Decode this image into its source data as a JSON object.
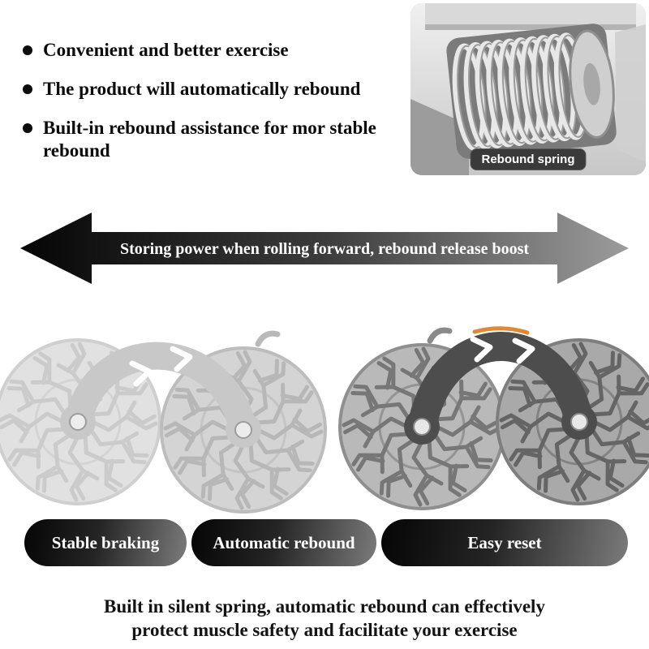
{
  "features": [
    "Convenient and better exercise",
    "The product will automatically rebound",
    "Built-in rebound assistance for mor stable rebound"
  ],
  "inset": {
    "label": "Rebound spring"
  },
  "banner": {
    "text": "Storing power when rolling forward, rebound release boost"
  },
  "badges": [
    "Stable braking",
    "Automatic rebound",
    "Easy reset"
  ],
  "footer": {
    "line1": "Built in silent spring, automatic rebound can effectively",
    "line2": "protect muscle safety and facilitate your exercise"
  },
  "colors": {
    "arrow_dark": "#050505",
    "arrow_light": "#9c9c9c",
    "badge_dark": "#111111",
    "accent_orange": "#de8a33",
    "label_bg": "#3a3a3a"
  }
}
